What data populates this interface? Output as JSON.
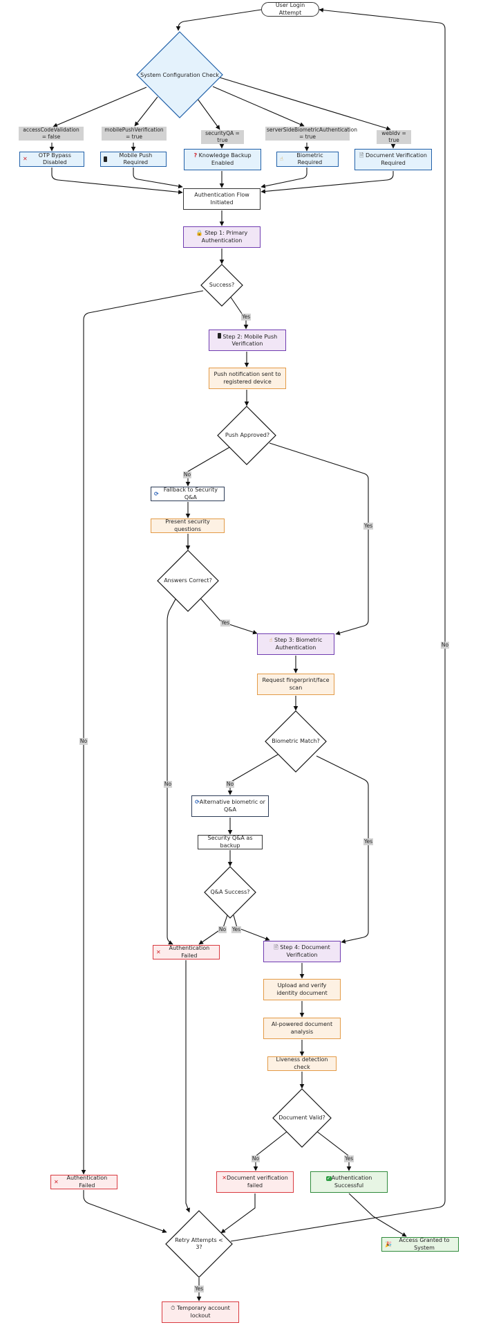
{
  "nodes": {
    "start": "User Login Attempt",
    "config_check": "System Configuration Check",
    "cfg_access_code": "accessCodeValidation = false",
    "cfg_mobile_push": "mobilePushVerification = true",
    "cfg_security_qa": "securityQA = true",
    "cfg_biometric": "serverSideBiometricAuthentication = true",
    "cfg_webidv": "webIdv = true",
    "otp_bypass": "OTP Bypass Disabled",
    "mobile_push_required": "Mobile Push Required",
    "knowledge_backup": "Knowledge Backup Enabled",
    "biometric_required": "Biometric Required",
    "document_verification_required": "Document Verification Required",
    "auth_flow_initiated": "Authentication Flow Initiated",
    "step1": "Step 1: Primary Authentication",
    "success_q": "Success?",
    "step2": "Step 2: Mobile Push Verification",
    "push_sent": "Push notification sent to registered device",
    "push_approved_q": "Push Approved?",
    "fallback_qa": "Fallback to Security Q&A",
    "present_questions": "Present security questions",
    "answers_correct_q": "Answers Correct?",
    "step3": "Step 3: Biometric Authentication",
    "request_scan": "Request fingerprint/face scan",
    "biometric_match_q": "Biometric Match?",
    "alt_biometric": "Alternative biometric or Q&A",
    "security_qa_backup": "Security Q&A as backup",
    "qa_success_q": "Q&A Success?",
    "auth_failed_mid": "Authentication Failed",
    "step4": "Step 4: Document Verification",
    "upload_verify": "Upload and verify identity document",
    "ai_analysis": "AI-powered document analysis",
    "liveness": "Liveness detection check",
    "document_valid_q": "Document Valid?",
    "auth_failed_left": "Authentication Failed",
    "doc_failed": "Document verification failed",
    "auth_success": "Authentication Successful",
    "retry_q": "Retry Attempts < 3?",
    "access_granted": "Access Granted to System",
    "lockout": "Temporary account lockout"
  },
  "edge_labels": {
    "yes": "Yes",
    "no": "No"
  },
  "icons": {
    "otp_bypass": "cross-mark-icon",
    "mobile_push_required": "mobile-phone-icon",
    "knowledge_backup": "question-mark-icon",
    "biometric_required": "pointing-hand-icon",
    "document_verification_required": "document-icon",
    "step1": "lock-icon",
    "step2": "mobile-phone-icon",
    "fallback_qa": "refresh-icon",
    "step3": "pointing-hand-icon",
    "alt_biometric": "refresh-icon",
    "auth_failed_mid": "cross-mark-icon",
    "step4": "document-icon",
    "auth_failed_left": "cross-mark-icon",
    "doc_failed": "cross-mark-icon",
    "auth_success": "check-mark-icon",
    "access_granted": "party-popper-icon",
    "lockout": "stopwatch-icon"
  },
  "colors": {
    "config_blue": "#e4f2fc",
    "step_purple": "#f1e6f6",
    "process_orange": "#fdf1e3",
    "failure_red": "#fdecec",
    "success_green": "#e7f5e4",
    "label_gray": "#d2d2d2"
  }
}
